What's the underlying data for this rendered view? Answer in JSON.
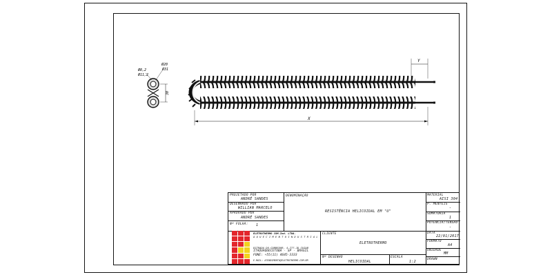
{
  "dimensions": {
    "d1": "Ø20",
    "d2": "Ø31",
    "d3": "Ø8,2",
    "d4": "Ø11,2",
    "spacing": "30",
    "length": "X",
    "end": "Y"
  },
  "title_block": {
    "projetado_label": "PROJETADO POR",
    "projetado_value": "ANDRÉ SANDES",
    "desenhado_label": "DESENHADO POR",
    "desenhado_value": "WILLIAN MARCELO",
    "aprovado_label": "APROVADO POR",
    "aprovado_value": "ANDRÉ SANDES",
    "folha_label": "Nº FOLHA:",
    "folha_value": "1",
    "denominacao_label": "DENOMINAÇÃO",
    "denominacao_value": "RESISTÊNCIA HELICOIDAL EM \"U\"",
    "material_label": "MATERIAL",
    "material_value": "AISI 304",
    "pmenteis_label": "P. MENTEIS",
    "pmenteis_value": "-",
    "somatoria_label": "SOMATORIA",
    "somatoria_value": "1",
    "potencia_label": "POTENCIA/TENSÃO",
    "potencia_value": "-",
    "cliente_label": "CLIENTE",
    "cliente_value": "ELETROTHERMO",
    "data_label": "DATA",
    "data_value": "22/01/2017",
    "formato_label": "FORMATO",
    "formato_value": "A4",
    "unidade_label": "UNIDADE",
    "unidade_value": "MM",
    "desenho_label": "Nº DESENHO",
    "desenho_value": "HELICOIDAL",
    "escala_label": "ESCALA",
    "escala_value": "1:2",
    "drawn_label": "DRAWN",
    "company_line1": "ELETROTHERMO COM.Ind. LTDA.",
    "company_line2": "A Q U E C I M E N T O  I N D U S T R I A L",
    "company_line3": "ESTRADA DO CORREDOR, 4.777-JD CUIAB",
    "company_line4": "ITAQUAQUECETUBA - SP - BRASIL",
    "company_line5": "FONE: +55(11) 4645-3333",
    "company_line6": "E-MAIL: ATENDIMENTO@ELETROTHERMO.COM.BR"
  },
  "colors": {
    "logo_red": "#e3262b",
    "logo_yellow": "#f2d21d",
    "line": "#111111"
  }
}
